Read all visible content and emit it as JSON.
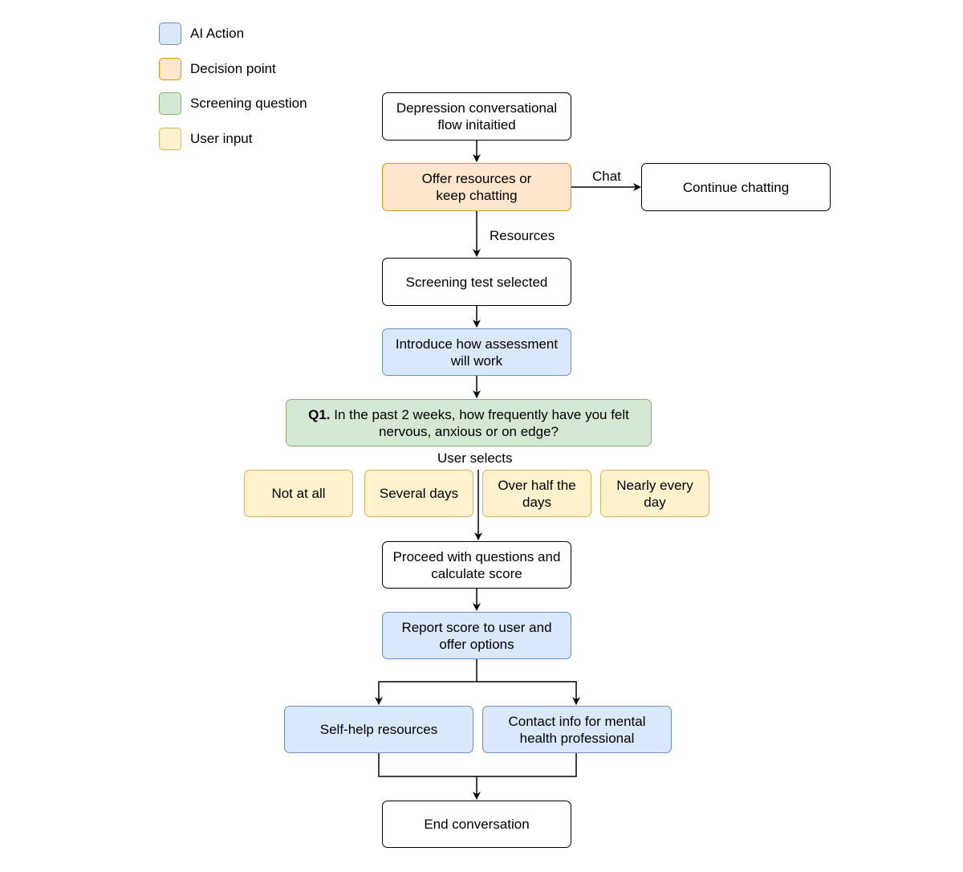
{
  "colors": {
    "ai_action": {
      "fill": "#dae8fc",
      "stroke": "#6c8ebf"
    },
    "decision_point": {
      "fill": "#ffe6cc",
      "stroke": "#d79b00"
    },
    "screening_question": {
      "fill": "#d5e8d4",
      "stroke": "#82b366"
    },
    "user_input": {
      "fill": "#fff2cc",
      "stroke": "#d6b656"
    },
    "plain": {
      "fill": "#ffffff",
      "stroke": "#000000"
    }
  },
  "legend": {
    "ai_action": "AI Action",
    "decision_point": "Decision point",
    "screening_question": "Screening question",
    "user_input": "User input"
  },
  "nodes": {
    "start": "Depression conversational flow initaitied",
    "offer": "Offer resources or keep chatting",
    "continue": "Continue chatting",
    "screening_selected": "Screening test selected",
    "introduce": "Introduce how assessment will work",
    "q1_prefix": "Q1.",
    "q1_text": "In the past 2 weeks, how frequently have you felt nervous, anxious or on edge?",
    "option_1": "Not at all",
    "option_2": "Several days",
    "option_3": "Over half the days",
    "option_4": "Nearly every day",
    "proceed": "Proceed with questions and calculate score",
    "report": "Report score to user and offer options",
    "self_help": "Self-help resources",
    "contact": "Contact info for mental health professional",
    "end": "End conversation"
  },
  "edge_labels": {
    "chat": "Chat",
    "resources": "Resources",
    "user_selects": "User selects"
  }
}
